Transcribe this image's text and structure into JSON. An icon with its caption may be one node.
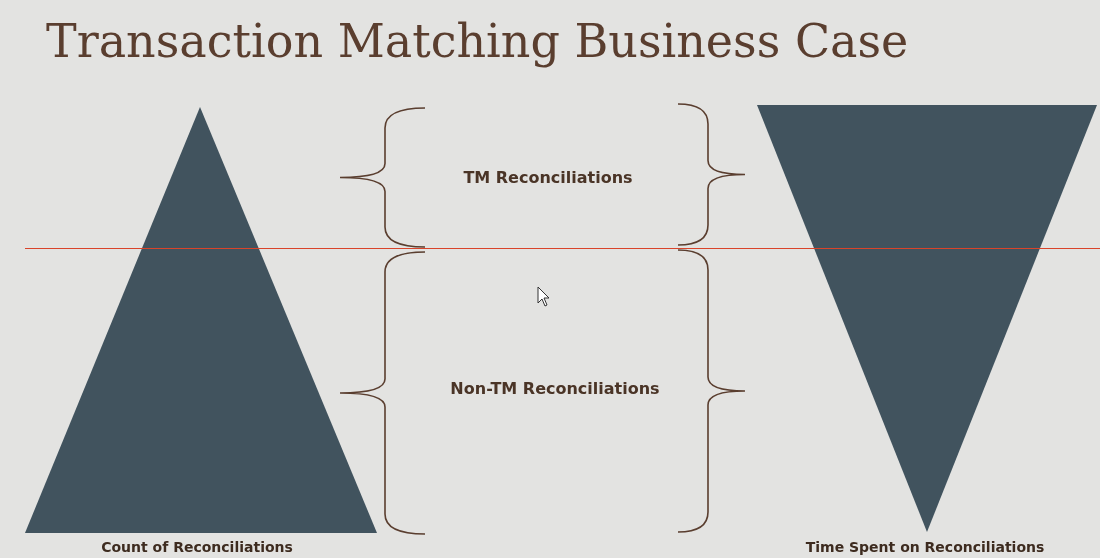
{
  "diagram": {
    "title": "Transaction Matching Business Case",
    "nodes": [
      {
        "text": [
          "Count of Reconciliations"
        ]
      },
      {
        "text": [
          "Time Spent on Reconciliations"
        ]
      }
    ],
    "labels": [
      "TM Reconciliations",
      "Non-TM Reconciliations"
    ]
  }
}
